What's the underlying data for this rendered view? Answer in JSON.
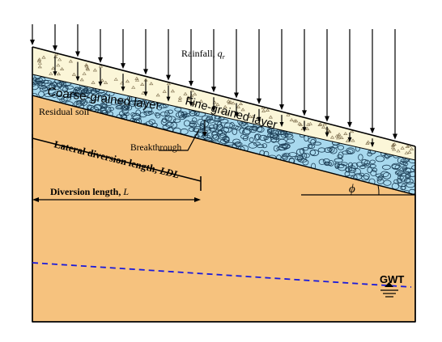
{
  "labels": {
    "rainfall": "Rainfall, ",
    "rainfall_symbol": "q",
    "rainfall_sub": "r",
    "coarse_layer": "Coarse-grained layer",
    "fine_layer": "Fine-grained layer",
    "residual_soil": "Residual soil",
    "breakthrough": "Breakthrough",
    "lateral_diversion": "Lateral diversion length, ",
    "lateral_diversion_symbol": "LDL",
    "diversion_length": "Diversion length, ",
    "diversion_length_symbol": "L",
    "slope_angle": "ϕ",
    "gwt": "GWT"
  },
  "colors": {
    "residual_soil": "#f6c27e",
    "fine_layer": "#fbf6d8",
    "coarse_layer": "#a8d9ee",
    "gwt_line": "#1a1adb",
    "outline": "#000000"
  }
}
